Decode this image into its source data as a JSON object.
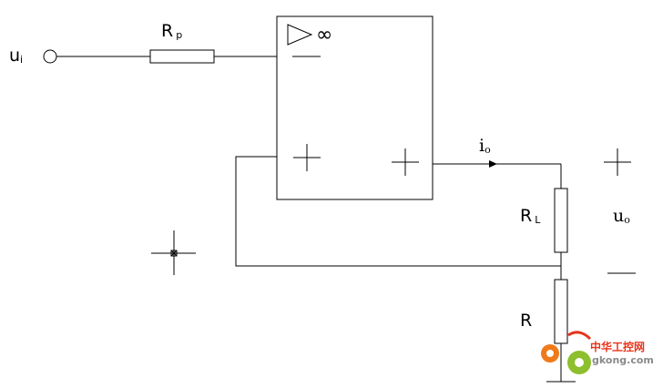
{
  "labels": {
    "ui": {
      "main": "u",
      "sub": "i"
    },
    "rp": {
      "main": "R",
      "sub": "p"
    },
    "infinity": "∞",
    "minus": "—",
    "io": {
      "main": "i",
      "sub": "o"
    },
    "rl": {
      "main": "R",
      "sub": "L"
    },
    "uo": {
      "main": "u",
      "sub": "o"
    },
    "r": "R",
    "uo_minus": "—"
  },
  "watermark": {
    "cn": "中华工控网",
    "url": "gkong.com"
  },
  "colors": {
    "line": "#000000",
    "watermark_orange": "#f07a1a",
    "watermark_green": "#8dbf2e",
    "watermark_red": "#e8341c"
  },
  "icons": [
    "opamp-triangle-icon",
    "cad-crosshair-icon",
    "gear-logo-icon"
  ]
}
